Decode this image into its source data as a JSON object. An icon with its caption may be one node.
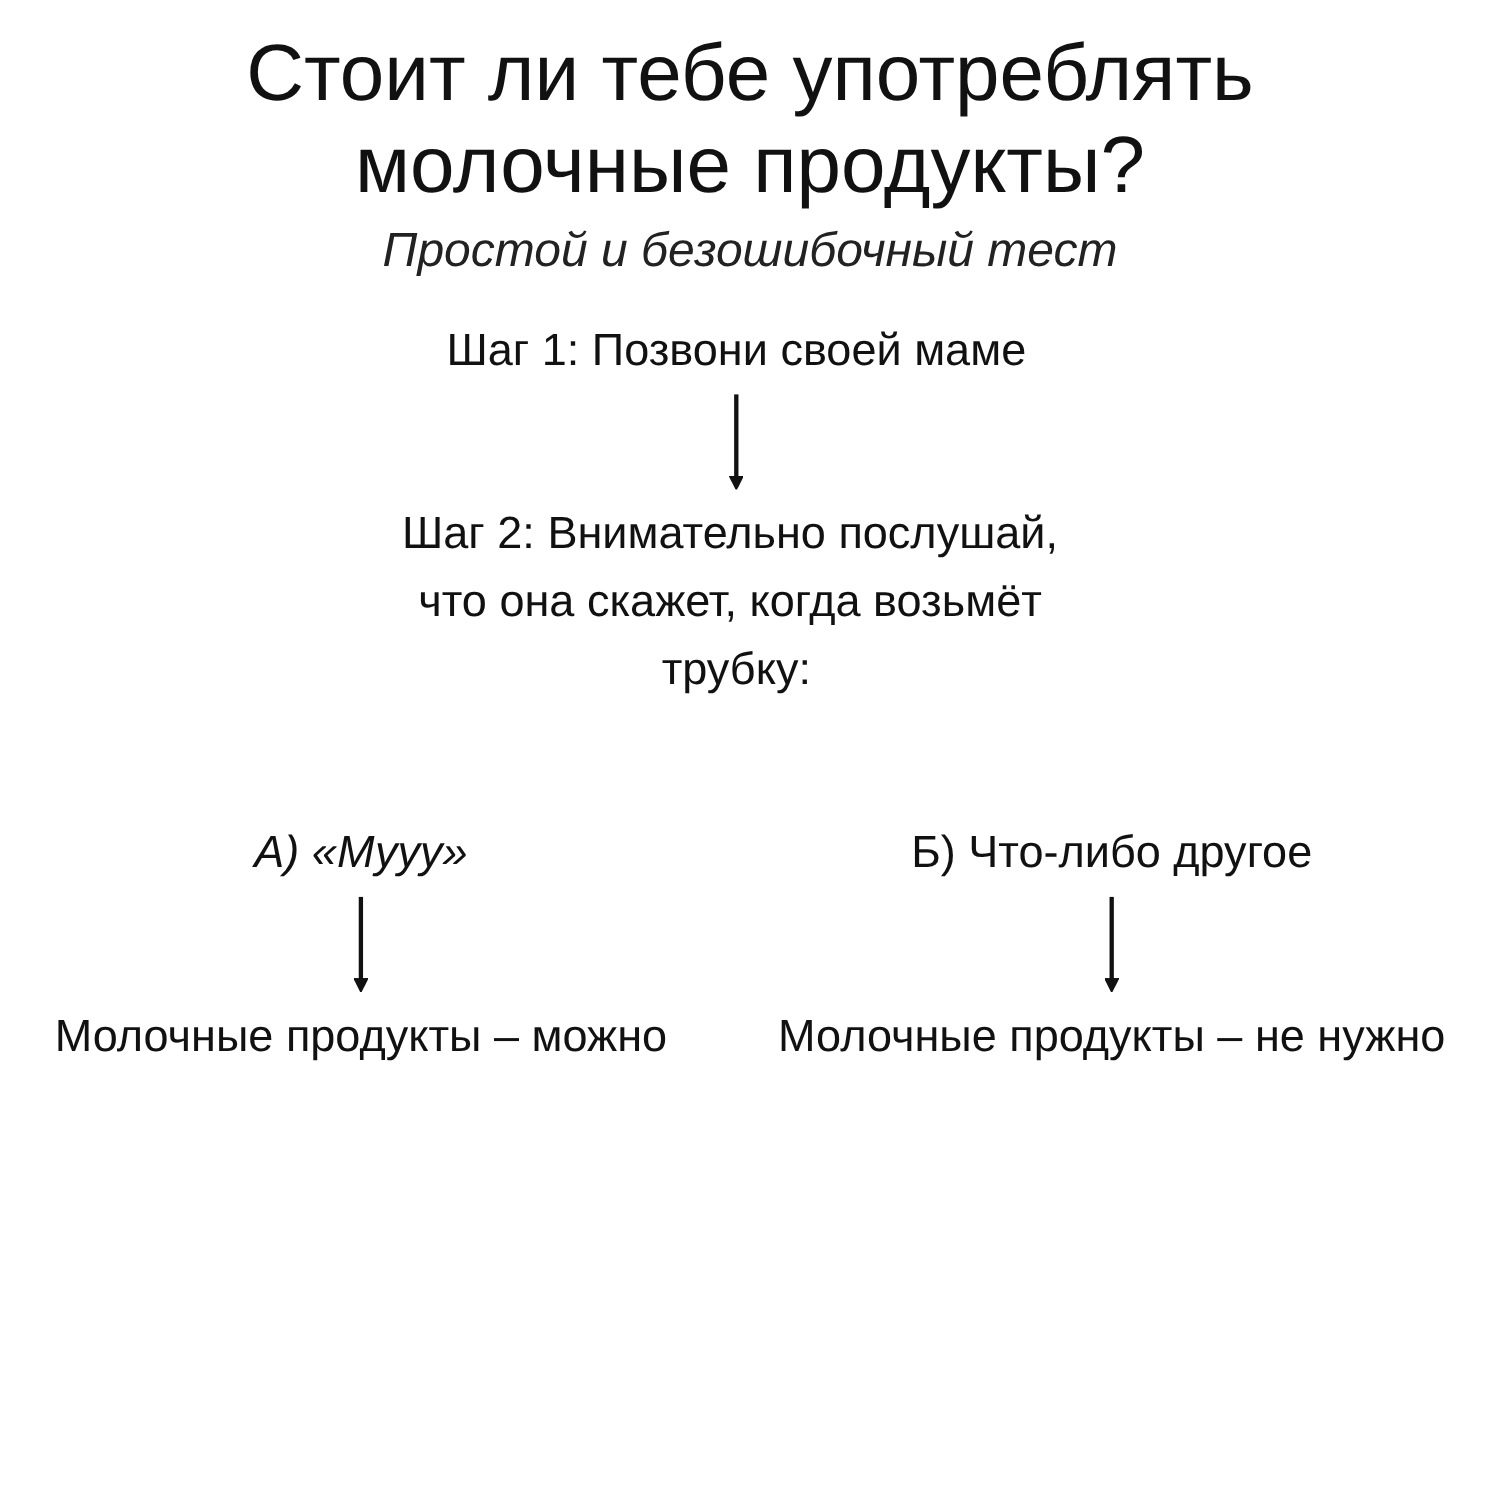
{
  "diagram": {
    "title": "Стоит ли тебе употреблять молочные продукты?",
    "nodes": [
      {
        "text": [
          "Шаг 1: Позвони своей маме"
        ]
      },
      {
        "text": [
          "Шаг 2: Внимательно послушай, что она скажет, когда возьмёт трубку:"
        ]
      },
      {
        "text": [
          "А) «Мууу»"
        ]
      },
      {
        "text": [
          "Б) Что-либо другое"
        ]
      },
      {
        "text": [
          "Молочные продукты – можно"
        ]
      },
      {
        "text": [
          "Молочные продукты – не нужно"
        ]
      }
    ],
    "edges": [
      {
        "from": 0,
        "to": 1,
        "arrow": "to"
      },
      {
        "from": 2,
        "to": 4,
        "arrow": "to"
      },
      {
        "from": 3,
        "to": 5,
        "arrow": "to"
      }
    ],
    "labels": [
      "Простой и безошибочный тест"
    ]
  }
}
